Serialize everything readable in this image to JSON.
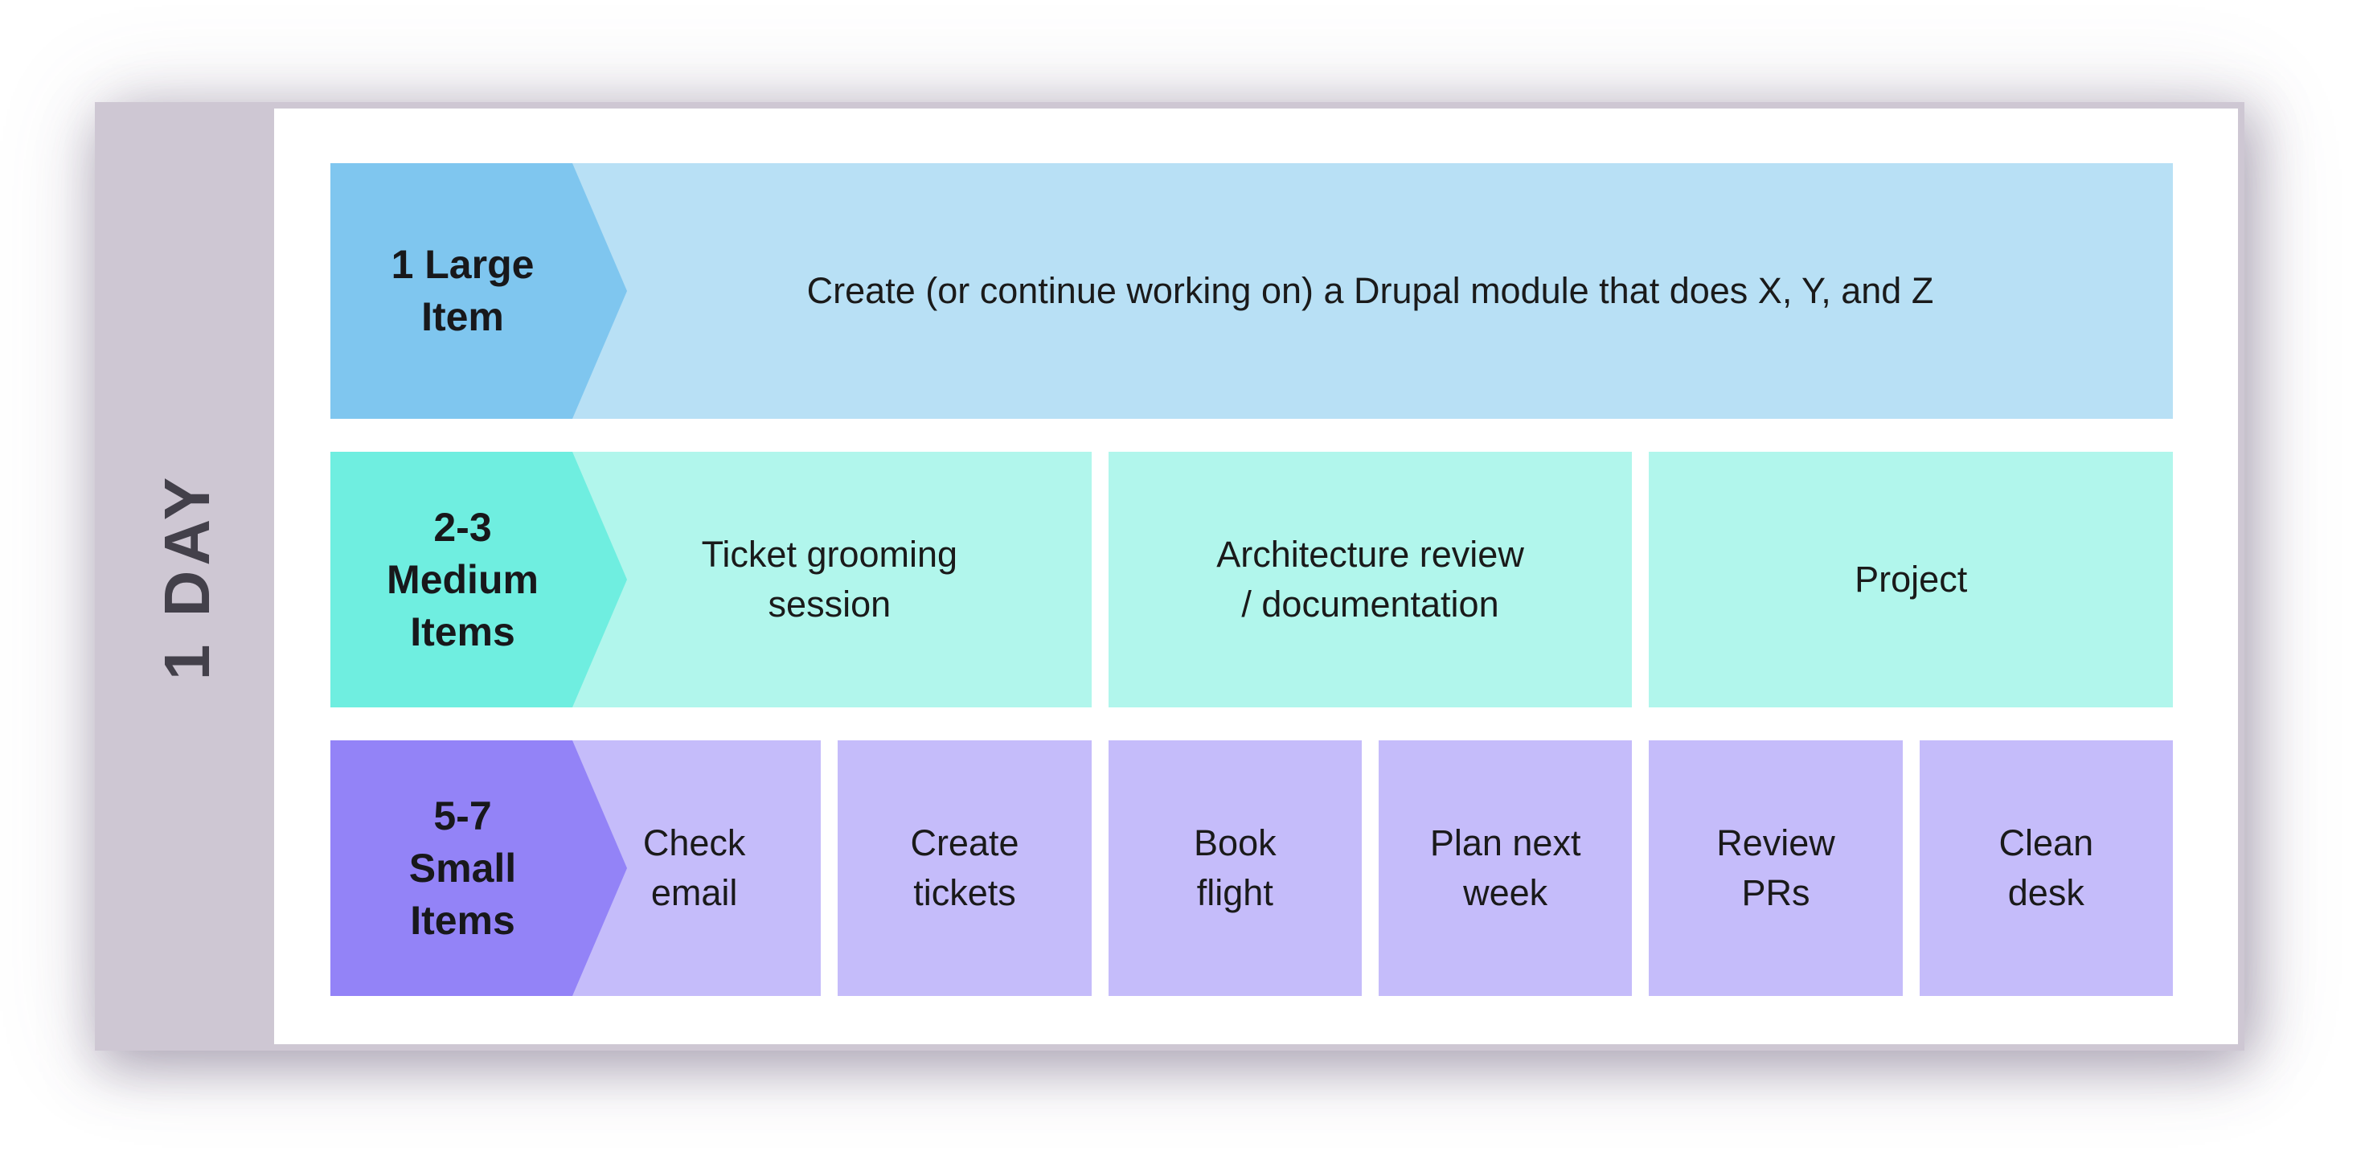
{
  "sidebar": {
    "label": "1 DAY",
    "background": "#CEC7D3",
    "text_color": "#43404A"
  },
  "card": {
    "border_color": "#CEC7D3",
    "background": "#FFFFFF"
  },
  "text_color": "#1A1A1A",
  "rows": [
    {
      "name": "large",
      "label": "1 Large\nItem",
      "arrow_color": "#7FC6EF",
      "box_color": "#B8E0F5",
      "boxes": [
        "Create (or continue working on) a Drupal module that does X, Y, and Z"
      ]
    },
    {
      "name": "medium",
      "label": "2-3\nMedium\nItems",
      "arrow_color": "#6FEEE0",
      "box_color": "#B1F6EC",
      "boxes": [
        "Ticket grooming\nsession",
        "Architecture review\n/ documentation",
        "Project"
      ]
    },
    {
      "name": "small",
      "label": "5-7\nSmall\nItems",
      "arrow_color": "#9383F7",
      "box_color": "#C5BCFA",
      "boxes": [
        "Check\nemail",
        "Create\ntickets",
        "Book\nflight",
        "Plan next\nweek",
        "Review\nPRs",
        "Clean\ndesk"
      ]
    }
  ]
}
